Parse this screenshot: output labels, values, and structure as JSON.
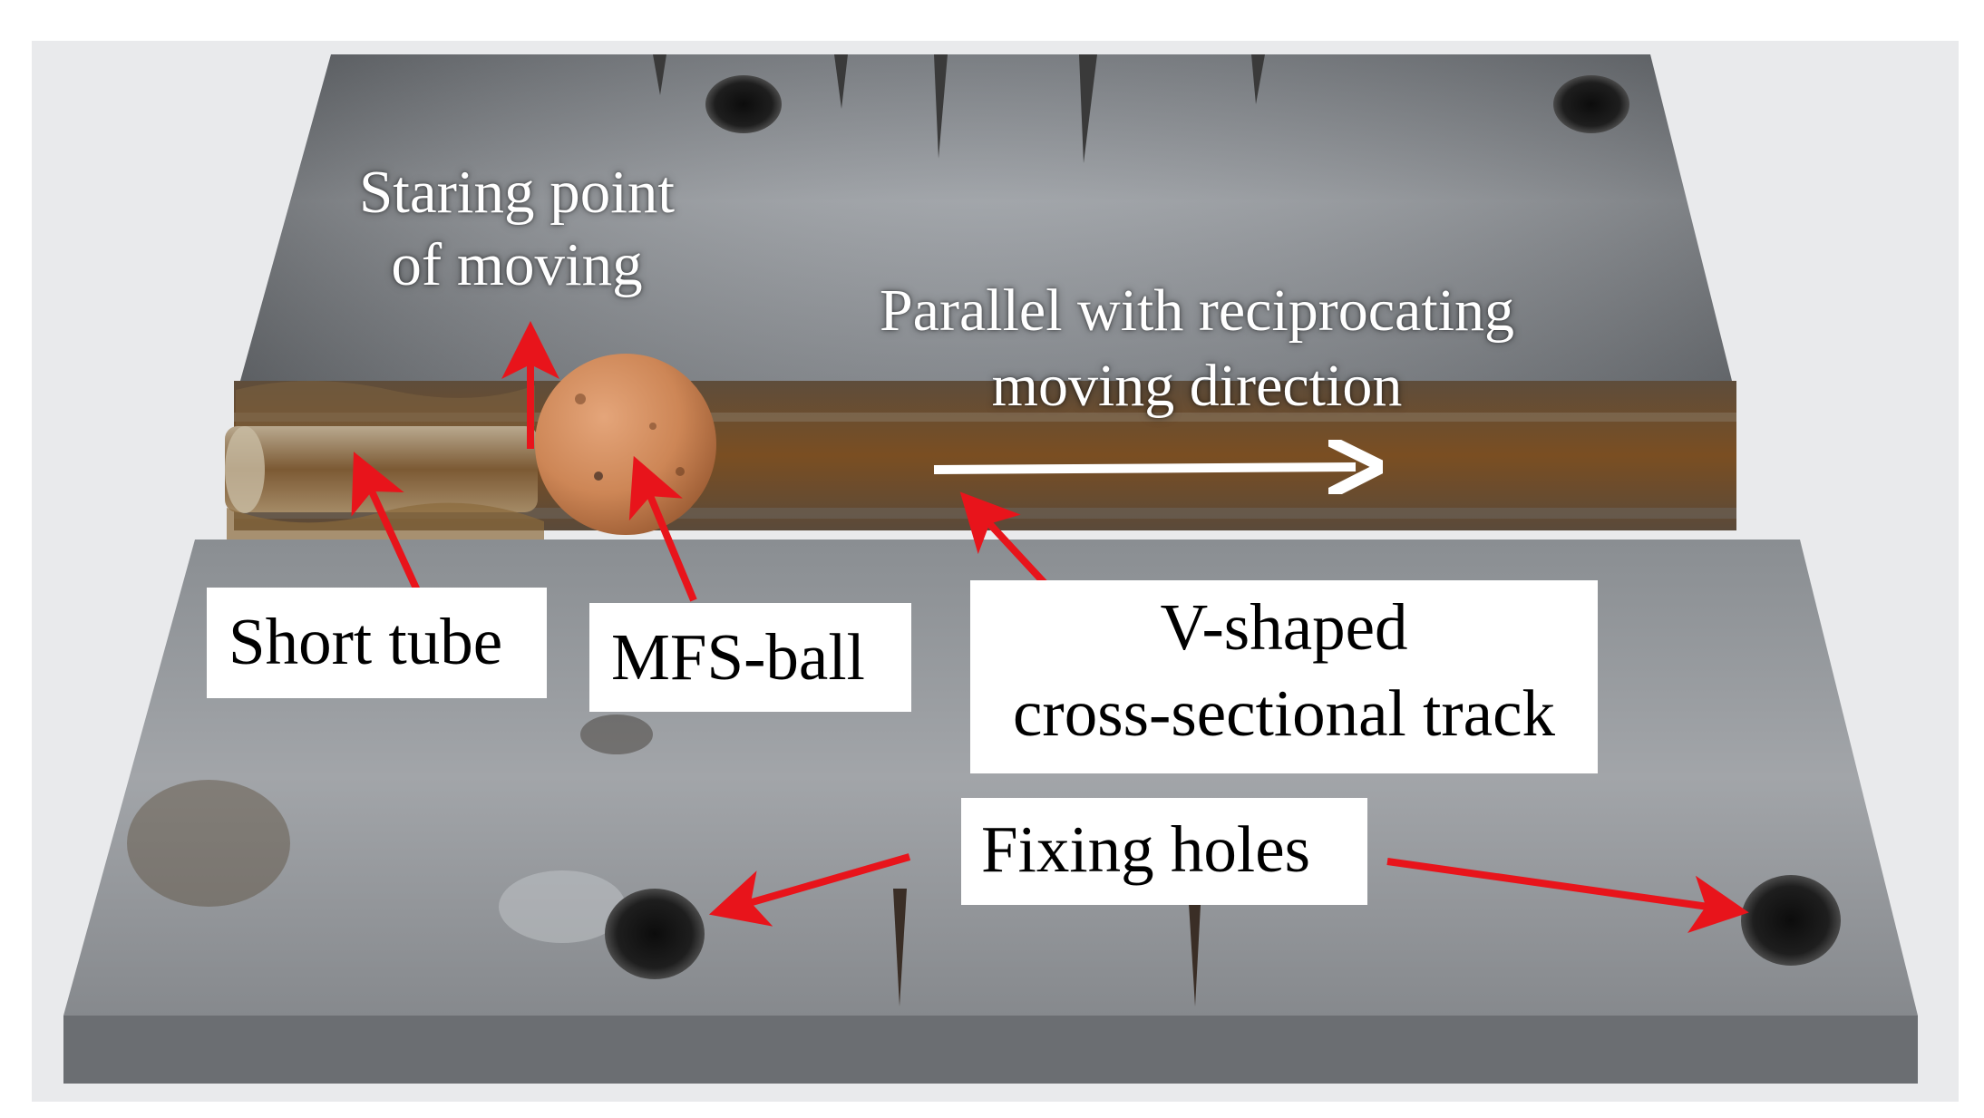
{
  "figure": {
    "labels": {
      "start_line1": "Staring point",
      "start_line2": "of moving",
      "parallel_line1": "Parallel with reciprocating",
      "parallel_line2": "moving direction",
      "short_tube": "Short tube",
      "mfs_ball": "MFS-ball",
      "track_line1": "V-shaped",
      "track_line2": "cross-sectional track",
      "fixing_holes": "Fixing holes"
    },
    "colors": {
      "annotation_arrow": "#e8141b",
      "direction_arrow": "#ffffff",
      "ball": "#cf8a5d",
      "tube_and_oil": "#7a4a1c",
      "metal_base": "#8c8f93",
      "background": "#ffffff"
    },
    "icons": [
      "red-annotation-arrow",
      "white-direction-arrow"
    ]
  }
}
